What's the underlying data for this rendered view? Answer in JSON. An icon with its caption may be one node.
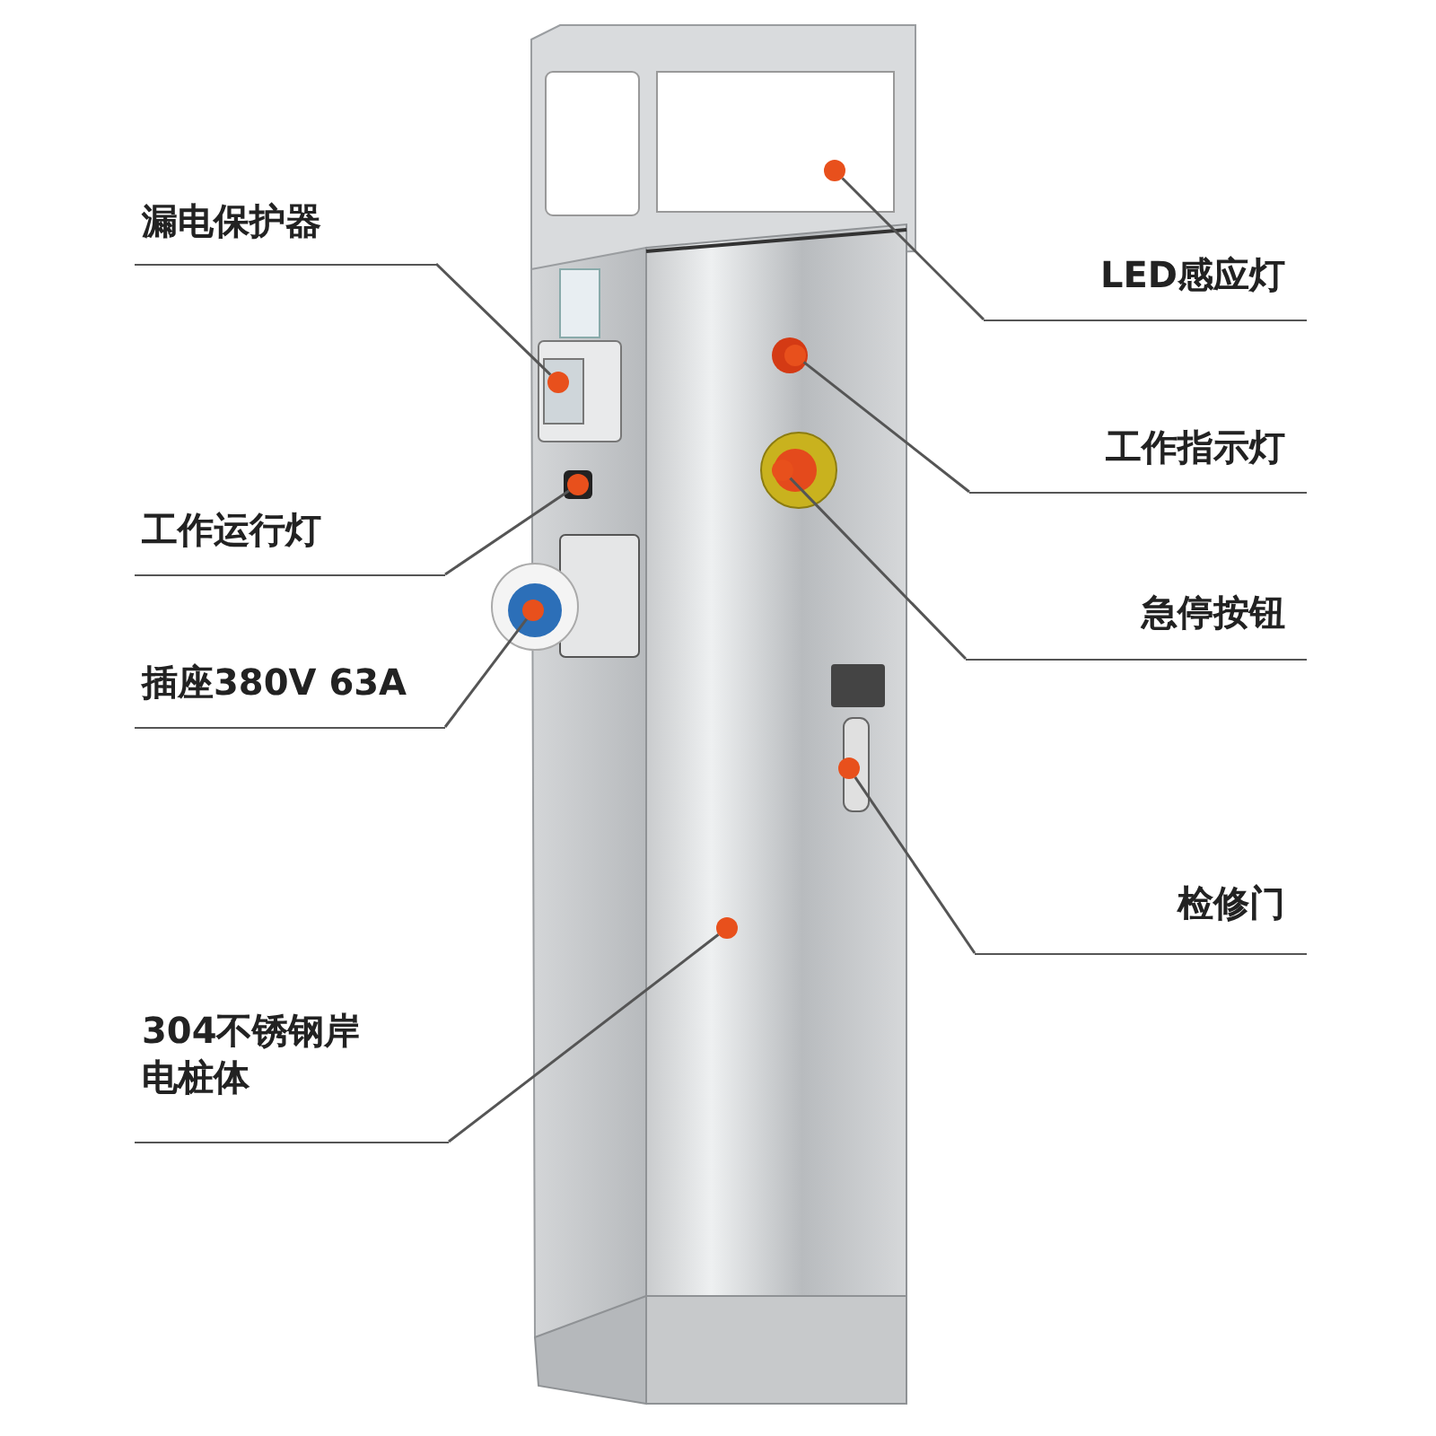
{
  "diagram": {
    "nodes": [
      {
        "text": [
          "漏电保护器"
        ]
      },
      {
        "text": [
          "LED感应灯"
        ]
      },
      {
        "text": [
          "工作指示灯"
        ]
      },
      {
        "text": [
          "工作运行灯"
        ]
      },
      {
        "text": [
          "急停按钮"
        ]
      },
      {
        "text": [
          "插座380V 63A"
        ]
      },
      {
        "text": [
          "检修门"
        ]
      },
      {
        "text": [
          "304不锈钢岸电桩体"
        ]
      },
      {
        "text": [],
        "shape": "circle"
      },
      {
        "text": [],
        "shape": "circle"
      },
      {
        "text": [],
        "shape": "circle"
      },
      {
        "text": [],
        "shape": "circle"
      },
      {
        "text": [],
        "shape": "circle"
      },
      {
        "text": [],
        "shape": "circle"
      },
      {
        "text": [],
        "shape": "circle"
      },
      {
        "text": [],
        "shape": "circle"
      }
    ],
    "edges": [
      {
        "from": 0,
        "to": 10,
        "arrow": "none"
      },
      {
        "from": 1,
        "to": 8,
        "arrow": "none"
      },
      {
        "from": 2,
        "to": 9,
        "arrow": "none"
      },
      {
        "from": 3,
        "to": 12,
        "arrow": "none"
      },
      {
        "from": 4,
        "to": 11,
        "arrow": "none"
      },
      {
        "from": 5,
        "to": 13,
        "arrow": "none"
      },
      {
        "from": 6,
        "to": 14,
        "arrow": "none"
      },
      {
        "from": 7,
        "to": 15,
        "arrow": "none"
      }
    ]
  }
}
